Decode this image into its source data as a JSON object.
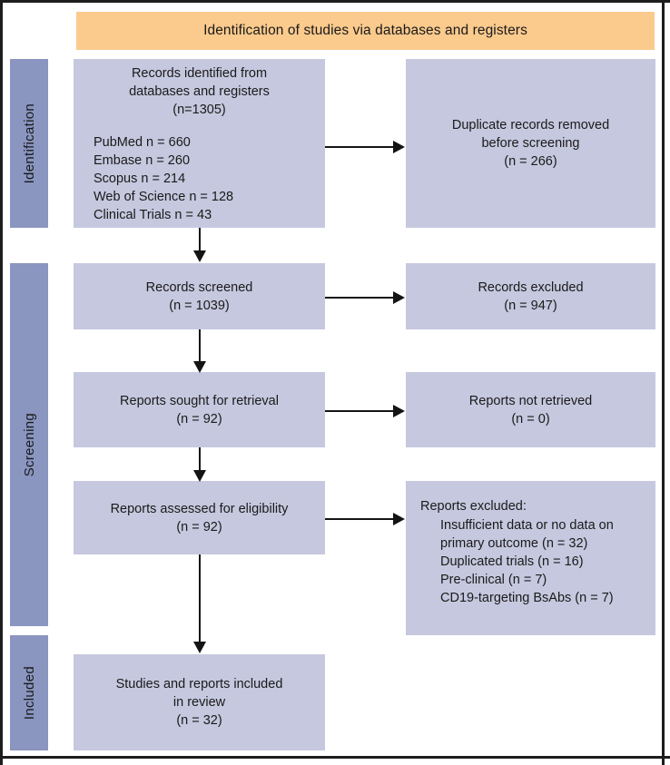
{
  "figure": {
    "title": "PRISMA flow diagram",
    "banner": "Identification of studies via databases and registers",
    "colors": {
      "banner": "#FBCA8D",
      "box_fill": "#C6C8DF",
      "stage_fill": "#8A95C0",
      "stroke": "#141414",
      "text": "#1a1a1a"
    }
  },
  "stages": [
    {
      "id": "identification",
      "label": "Identification"
    },
    {
      "id": "screening",
      "label": "Screening"
    },
    {
      "id": "included",
      "label": "Included"
    }
  ],
  "boxes": {
    "identified": {
      "head": [
        "Records identified from",
        "databases and registers",
        "(n=1305)"
      ],
      "sources": [
        "PubMed n = 660",
        "Embase n = 260",
        "Scopus n = 214",
        "Web of Science n = 128",
        "Clinical Trials n = 43"
      ]
    },
    "duplicates_removed": {
      "lines": [
        "Duplicate records removed",
        "before screening",
        "(n = 266)"
      ]
    },
    "records_screened": {
      "lines": [
        "Records screened",
        "(n = 1039)"
      ]
    },
    "records_excluded": {
      "lines": [
        "Records excluded",
        "(n = 947)"
      ]
    },
    "reports_sought": {
      "lines": [
        "Reports sought for retrieval",
        "(n = 92)"
      ]
    },
    "reports_not_retrieved": {
      "lines": [
        "Reports not retrieved",
        "(n = 0)"
      ]
    },
    "reports_assessed": {
      "lines": [
        "Reports assessed for eligibility",
        "(n = 92)"
      ]
    },
    "reports_excluded": {
      "head": "Reports excluded:",
      "items": [
        "Insufficient data or no data on",
        "primary outcome (n = 32)",
        "Duplicated trials (n = 16)",
        "Pre-clinical (n = 7)",
        "CD19-targeting BsAbs (n = 7)"
      ]
    },
    "studies_included": {
      "lines": [
        "Studies and reports included",
        "in review",
        "(n = 32)"
      ]
    }
  },
  "flow_counts": {
    "identified_total": 1305,
    "duplicates_removed": 266,
    "screened": 1039,
    "excluded_at_screening": 947,
    "sought_for_retrieval": 92,
    "not_retrieved": 0,
    "assessed_for_eligibility": 92,
    "excluded_insufficient_data": 32,
    "excluded_duplicated_trials": 16,
    "excluded_preclinical": 7,
    "excluded_cd19_bsabs": 7,
    "included_in_review": 32
  }
}
